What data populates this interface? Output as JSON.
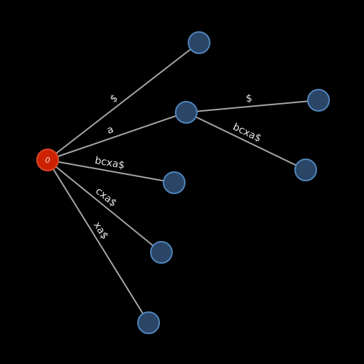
{
  "colors": {
    "background": "#000000",
    "edge": "#a6a6a6",
    "edge_label": "#e6e6e6",
    "root_fill": "#cc2200",
    "root_stroke": "#d9462a",
    "root_text": "#f2d6cc",
    "node_fill": "#2b4566",
    "node_stroke": "#4f86bd"
  },
  "tree": {
    "root": {
      "id": "n0",
      "label": "0"
    },
    "nodes": [
      {
        "id": "n1",
        "label": ""
      },
      {
        "id": "n2",
        "label": ""
      },
      {
        "id": "n3",
        "label": ""
      },
      {
        "id": "n4",
        "label": ""
      },
      {
        "id": "n5",
        "label": ""
      },
      {
        "id": "n6",
        "label": ""
      },
      {
        "id": "n7",
        "label": ""
      }
    ],
    "edges": [
      {
        "from": "n0",
        "to": "n1",
        "label": "$"
      },
      {
        "from": "n0",
        "to": "n2",
        "label": "a"
      },
      {
        "from": "n2",
        "to": "n6",
        "label": "$"
      },
      {
        "from": "n2",
        "to": "n7",
        "label": "bcxa$"
      },
      {
        "from": "n0",
        "to": "n3",
        "label": "bcxa$"
      },
      {
        "from": "n0",
        "to": "n4",
        "label": "cxa$"
      },
      {
        "from": "n0",
        "to": "n5",
        "label": "xa$"
      }
    ]
  }
}
